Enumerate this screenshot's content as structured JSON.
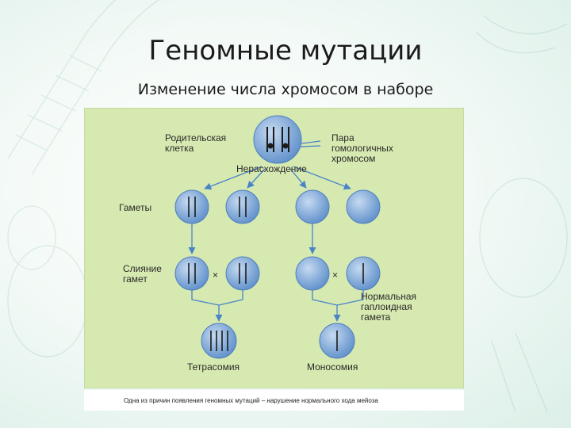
{
  "slide": {
    "title": "Геномные мутации",
    "subtitle": "Изменение числа хромосом в наборе"
  },
  "diagram": {
    "parent_cell_label_line1": "Родительская",
    "parent_cell_label_line2": "клетка",
    "homologous_pair_line1": "Пара",
    "homologous_pair_line2": "гомологичных",
    "homologous_pair_line3": "хромосом",
    "nondisjunction": "Нерасхождение",
    "gametes": "Гаметы",
    "fusion_line1": "Слияние",
    "fusion_line2": "гамет",
    "normal_gamete_line1": "Нормальная",
    "normal_gamete_line2": "гаплоидная",
    "normal_gamete_line3": "гамета",
    "tetrasomy": "Тетрасомия",
    "monosomy": "Моносомия",
    "cross_symbol": "×"
  },
  "caption": "Одна из причин появления геномных мутаций – нарушение нормального хода мейоза",
  "colors": {
    "panel": "#d6e9b0",
    "cell_fill": "#7ea7d6",
    "cell_stroke": "#4f7fbf",
    "arrow": "#4a84c8"
  }
}
